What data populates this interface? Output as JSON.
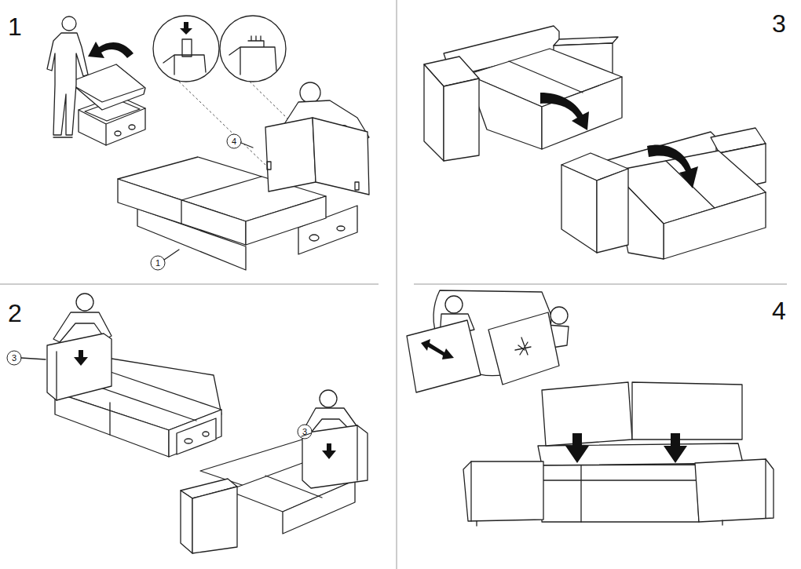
{
  "diagram": {
    "labels": [
      "1",
      "4",
      "1",
      "3",
      "2",
      "3",
      "3",
      "4"
    ]
  }
}
